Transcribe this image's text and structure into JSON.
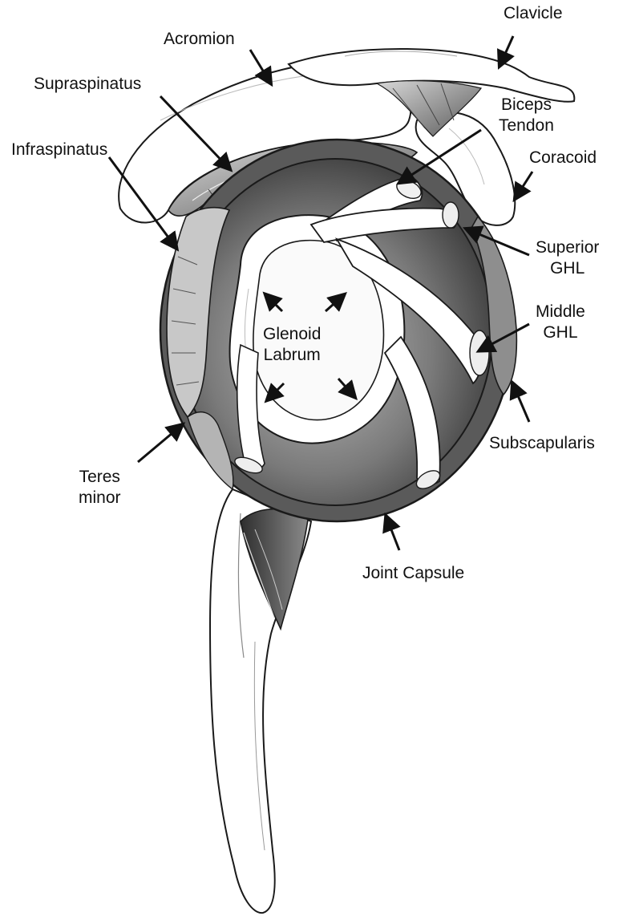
{
  "figure": {
    "labels": {
      "clavicle": "Clavicle",
      "acromion": "Acromion",
      "supraspinatus": "Supraspinatus",
      "biceps_tendon": [
        "Biceps",
        "Tendon"
      ],
      "infraspinatus": "Infraspinatus",
      "coracoid": "Coracoid",
      "superior_ghl": [
        "Superior",
        "GHL"
      ],
      "middle_ghl": [
        "Middle",
        "GHL"
      ],
      "glenoid_labrum": [
        "Glenoid",
        "Labrum"
      ],
      "subscapularis": "Subscapularis",
      "teres_minor": [
        "Teres",
        "minor"
      ],
      "joint_capsule": "Joint Capsule"
    },
    "colors": {
      "ink": "#1a1a1a",
      "dark_muscle": "#3c3c3c",
      "mid_muscle": "#6e6e6e",
      "light_muscle": "#a8a8a8",
      "bone": "#ffffff"
    }
  }
}
